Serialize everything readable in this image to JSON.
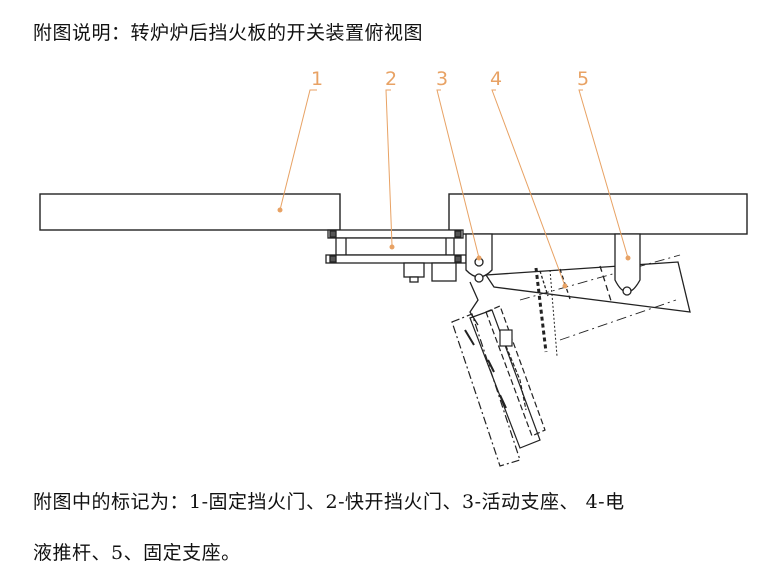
{
  "title": "附图说明：转炉炉后挡火板的开关装置俯视图",
  "caption": {
    "line1": "附图中的标记为：1-固定挡火门、2-快开挡火门、3-活动支座、 4-电",
    "line2": "液推杆、5、固定支座。"
  },
  "callouts": [
    {
      "label": "1"
    },
    {
      "label": "2"
    },
    {
      "label": "3"
    },
    {
      "label": "4"
    },
    {
      "label": "5"
    }
  ],
  "colors": {
    "callout": "#e8a264",
    "line": "#222222"
  }
}
